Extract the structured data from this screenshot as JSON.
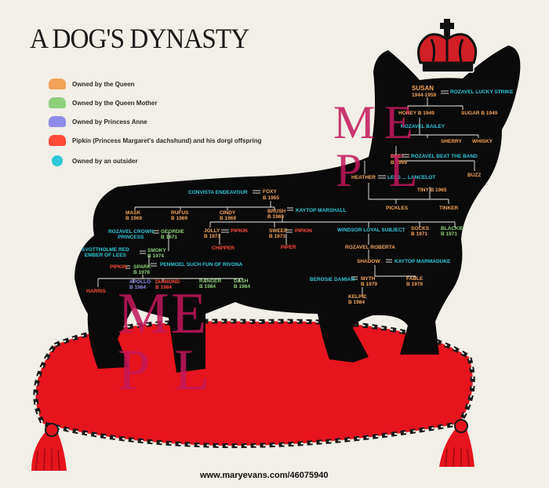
{
  "title": "A DOG'S DYNASTY",
  "colors": {
    "queen": "#f2a35a",
    "queen_mother": "#8ed07a",
    "princess_anne": "#8f8ce8",
    "pipkin": "#ff4a3a",
    "outsider": "#2fc8d8",
    "silhouette": "#0a0a0a",
    "cushion": "#e5141d"
  },
  "legend": [
    {
      "label": "Owned by the Queen",
      "color": "#f2a35a",
      "icon": "crown-icon"
    },
    {
      "label": "Owned by the Queen Mother",
      "color": "#8ed07a",
      "icon": "crown-icon"
    },
    {
      "label": "Owned by Princess Anne",
      "color": "#8f8ce8",
      "icon": "crown-icon"
    },
    {
      "label": "Pipkin (Princess Margaret's dachshund) and his dorgi offspring",
      "color": "#ff4a3a",
      "icon": "crown-icon"
    },
    {
      "label": "Owned by an outsider",
      "color": "#2fc8d8",
      "icon": "dot-icon"
    }
  ],
  "tree": {
    "susan": "SUSAN",
    "susan_year": "1944-1959",
    "rozavel_lucky_strike": "ROZAVEL LUCKY STRIKE",
    "honey": "HONEY B 1949",
    "sugar": "SUGAR B 1949",
    "rozavel_bailey": "ROZAVEL BAILEY",
    "sherry": "SHERRY",
    "whisky": "WHISKY",
    "bee": "BEE",
    "bee_year": "B 1959",
    "rozavel_beat_the_band": "ROZAVEL BEAT THE BAND",
    "heather": "HEATHER",
    "lees_lancelot": "LEES ... LANCELOT",
    "buzz": "BUZZ",
    "tiny": "TINY B 1965",
    "convista_endeavour": "CONVISTA ENDEAVOUR",
    "foxy": "FOXY",
    "foxy_year": "B 1965",
    "pickles": "PICKLES",
    "tinker": "TINKER",
    "mask": "MASK",
    "mask_year": "B 1969",
    "rufus": "RUFUS",
    "rufus_year": "B 1969",
    "cindy": "CINDY",
    "cindy_year": "B 1969",
    "brush": "BRUSH",
    "brush_year": "B 1969",
    "kaytop_marshall": "KAYTOP MARSHALL",
    "rozavel_crown_princess": "ROZAVEL CROWN\nPRINCESS",
    "geordie": "GEORDIE",
    "geordie_year": "B 1971",
    "jolly": "JOLLY",
    "jolly_year": "B 1971",
    "pipkin_1": "PIPKIN",
    "sweep": "SWEEP",
    "sweep_year": "B 1973",
    "pipkin_2": "PIPKIN",
    "windsor_loyal_subject": "WINDSOR LOYAL SUBJECT",
    "socks": "SOCKS",
    "socks_year": "B 1971",
    "blackie": "BLACKIE",
    "blackie_year": "B 1971",
    "chipper": "CHIPPER",
    "piper": "PIPER",
    "svottholme_red_ember_of_lees": "SVOTTHOLME RED\nEMBER OF LEES",
    "smoky": "SMOKY",
    "smoky_year": "B 1974",
    "rozavel_roberta": "ROZAVEL ROBERTA",
    "pipkin_3": "PIPKIN",
    "spark": "SPARK",
    "spark_year": "B 1978",
    "penmoel_such_fun_of_rivona": "PENMOEL SUCH FUN OF RIVONA",
    "shadow": "SHADOW",
    "kaytop_marmaduke": "KAYTOP MARMADUKE",
    "harris": "HARRIS",
    "apollo": "APOLLO",
    "apollo_year": "B 1984",
    "diamond": "DIAMOND",
    "diamond_year": "B 1984",
    "ranger": "RANGER",
    "ranger_year": "B 1984",
    "dash": "DASH",
    "dash_year": "B 1984",
    "berosie_damian": "BEROSIE DAMIAN",
    "myth": "MYTH",
    "myth_year": "B 1979",
    "fable": "FABLE",
    "fable_year": "B 1979",
    "kelpie": "KELPIE",
    "kelpie_year": "B 1984"
  },
  "watermark_letters": [
    "M",
    "E",
    "P",
    "L"
  ],
  "credit": "www.maryevans.com/46075940"
}
